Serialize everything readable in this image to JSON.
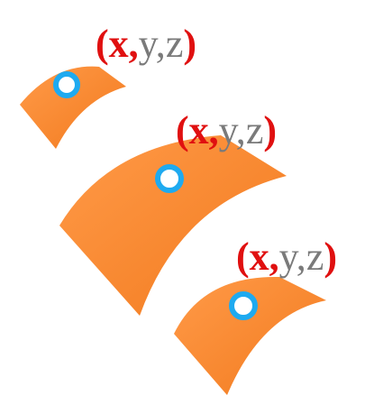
{
  "labels": [
    {
      "open_paren": "(",
      "x": "x,",
      "y": "y,",
      "z": "z",
      "close_paren": ")"
    },
    {
      "open_paren": "(",
      "x": "x,",
      "y": "y,",
      "z": "z",
      "close_paren": ")"
    },
    {
      "open_paren": "(",
      "x": "x,",
      "y": "y,",
      "z": "z",
      "close_paren": ")"
    }
  ],
  "colors": {
    "patch_fill": "#f5822a",
    "patch_highlight": "#ff9a48",
    "point_ring": "#1eaaf0",
    "point_center": "#ffffff",
    "paren_and_x": "#e01010",
    "y_and_z": "#7a7a7a"
  }
}
